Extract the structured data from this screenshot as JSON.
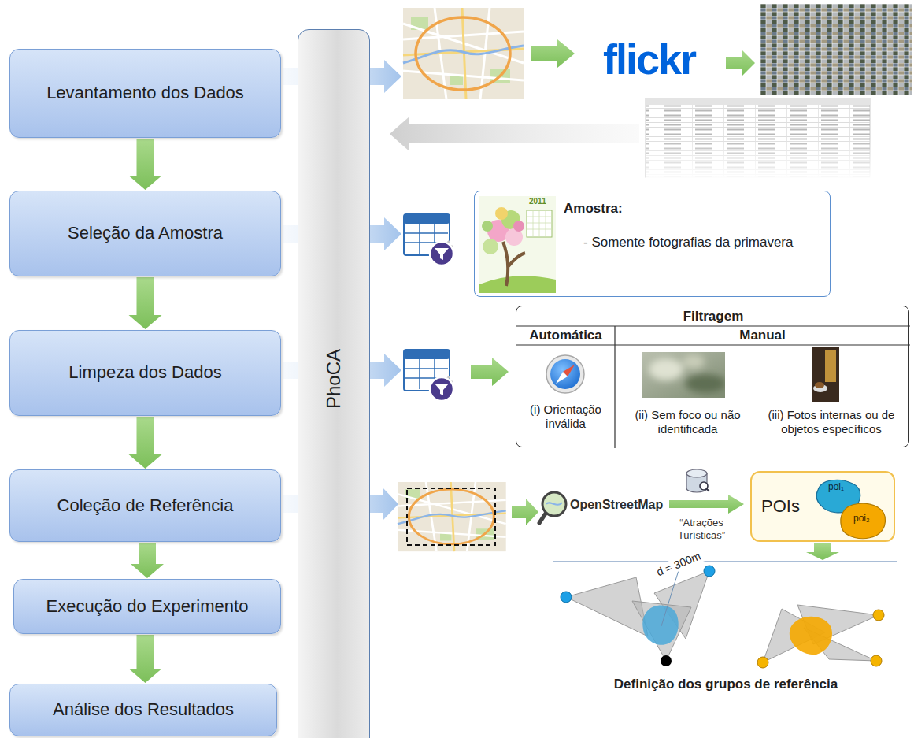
{
  "diagram": {
    "nodes": [
      {
        "text": [
          "Levantamento dos Dados"
        ]
      },
      {
        "text": [
          "Seleção da Amostra"
        ]
      },
      {
        "text": [
          "Limpeza dos Dados"
        ]
      },
      {
        "text": [
          "Coleção de Referência"
        ]
      },
      {
        "text": [
          "Execução do Experimento"
        ]
      },
      {
        "text": [
          "Análise dos Resultados"
        ]
      },
      {
        "text": [
          "PhoCA"
        ]
      },
      {
        "text": [
          "Amostra:",
          "- Somente fotografias da primavera"
        ]
      },
      {
        "text": [
          "Filtragem",
          "Automática",
          "Manual",
          "(i) Orientação inválida",
          "(ii) Sem foco ou não identificada",
          "(iii) Fotos internas ou de objetos específicos"
        ]
      },
      {
        "text": [
          "POIs"
        ]
      },
      {
        "text": [
          "Definição dos grupos de referência"
        ]
      }
    ],
    "edges": [
      {
        "from": 0,
        "to": 1,
        "arrow": "to"
      },
      {
        "from": 1,
        "to": 2,
        "arrow": "to"
      },
      {
        "from": 2,
        "to": 3,
        "arrow": "to"
      },
      {
        "from": 3,
        "to": 4,
        "arrow": "to"
      },
      {
        "from": 4,
        "to": 5,
        "arrow": "to"
      },
      {
        "from": 9,
        "to": 10,
        "arrow": "to"
      }
    ],
    "labels": [
      "flickr",
      "2011",
      "OpenStreetMap",
      "“Atrações Turísticas”",
      "poi₁",
      "poi₂",
      "d = 300m"
    ]
  }
}
